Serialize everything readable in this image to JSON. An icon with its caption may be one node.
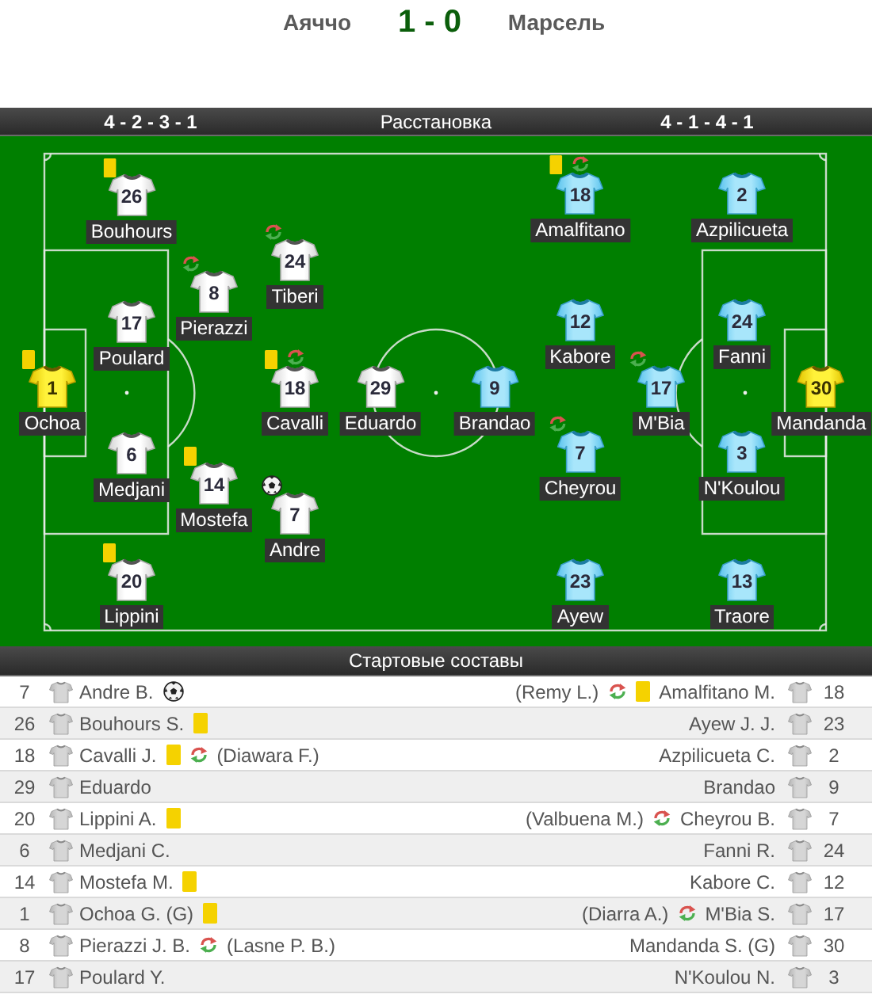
{
  "diagram": {
    "nodes": [
      {
        "text": [
          "4 - 2 - 3 - 1",
          "Расстановка",
          "4 - 1 - 4 - 1"
        ]
      },
      {
        "text": [
          "1",
          "Ochoa"
        ]
      },
      {
        "text": [
          "26",
          "Bouhours"
        ]
      },
      {
        "text": [
          "17",
          "Poulard"
        ]
      },
      {
        "text": [
          "6",
          "Medjani"
        ]
      },
      {
        "text": [
          "20",
          "Lippini"
        ]
      },
      {
        "text": [
          "8",
          "Pierazzi"
        ]
      },
      {
        "text": [
          "14",
          "Mostefa"
        ]
      },
      {
        "text": [
          "24",
          "Tiberi"
        ]
      },
      {
        "text": [
          "18",
          "Cavalli"
        ]
      },
      {
        "text": [
          "7",
          "Andre"
        ]
      },
      {
        "text": [
          "29",
          "Eduardo"
        ]
      },
      {
        "text": [
          "9",
          "Brandao"
        ]
      },
      {
        "text": [
          "18",
          "Amalfitano"
        ]
      },
      {
        "text": [
          "12",
          "Kabore"
        ]
      },
      {
        "text": [
          "7",
          "Cheyrou"
        ]
      },
      {
        "text": [
          "23",
          "Ayew"
        ]
      },
      {
        "text": [
          "17",
          "M'Bia"
        ]
      },
      {
        "text": [
          "2",
          "Azpilicueta"
        ]
      },
      {
        "text": [
          "24",
          "Fanni"
        ]
      },
      {
        "text": [
          "3",
          "N'Koulou"
        ]
      },
      {
        "text": [
          "13",
          "Traore"
        ]
      },
      {
        "text": [
          "30",
          "Mandanda"
        ]
      },
      {
        "text": [
          "Стартовые составы"
        ]
      }
    ],
    "labels": [
      "Аяччо",
      "1 - 0",
      "Марсель",
      "7",
      "Andre B.",
      "(Remy L.)",
      "Amalfitano M.",
      "18",
      "26",
      "Bouhours S.",
      "Ayew J. J.",
      "23",
      "18",
      "Cavalli J.",
      "(Diawara F.)",
      "Azpilicueta C.",
      "2",
      "29",
      "Eduardo",
      "Brandao",
      "9",
      "20",
      "Lippini A.",
      "(Valbuena M.)",
      "Cheyrou B.",
      "7",
      "6",
      "Medjani C.",
      "Fanni R.",
      "24",
      "14",
      "Mostefa M.",
      "Kabore C.",
      "12",
      "1",
      "Ochoa G. (G)",
      "(Diarra A.)",
      "M'Bia S.",
      "17",
      "8",
      "Pierazzi J. B.",
      "(Lasne P. B.)",
      "Mandanda S. (G)",
      "30",
      "17",
      "Poulard Y.",
      "N'Koulou N.",
      "3"
    ]
  }
}
